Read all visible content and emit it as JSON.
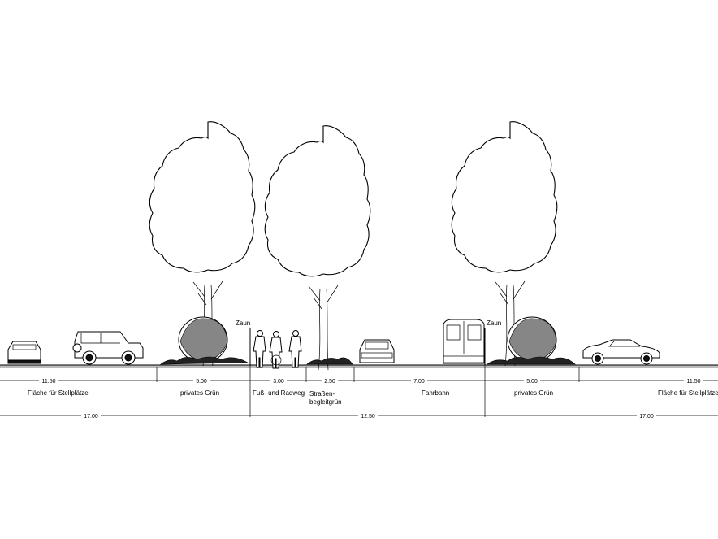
{
  "labels": {
    "fence_left": "Zaun",
    "fence_right": "Zaun"
  },
  "segments": [
    {
      "dimension": "11.50",
      "name": "Fläche für Stellplätze"
    },
    {
      "dimension": "5.00",
      "name": "privates Grün"
    },
    {
      "dimension": "3.00",
      "name": "Fuß- und Radweg"
    },
    {
      "dimension": "2.50",
      "name_line1": "Straßen-",
      "name_line2": "begleitgrün"
    },
    {
      "dimension": "7.00",
      "name": "Fahrbahn"
    },
    {
      "dimension": "5.00",
      "name": "privates Grün"
    },
    {
      "dimension": "11.50",
      "name": "Fläche für Stellplätze"
    }
  ],
  "totals": [
    {
      "dimension": "17.00"
    },
    {
      "dimension": "12.50"
    },
    {
      "dimension": "17.00"
    }
  ]
}
